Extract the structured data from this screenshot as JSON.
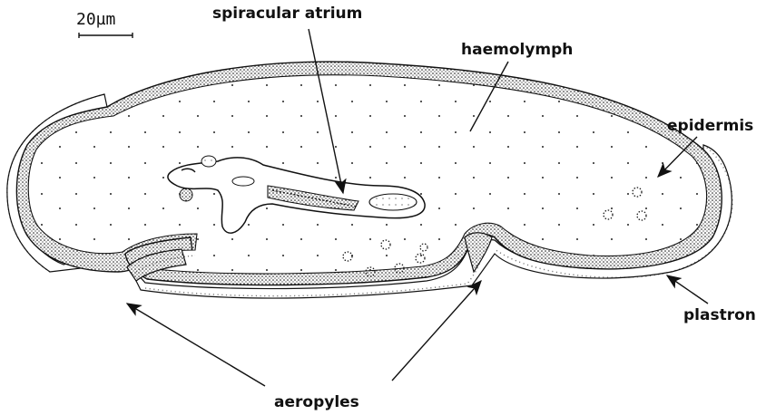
{
  "scale_bar": {
    "label": "20µm"
  },
  "labels": {
    "spiracular_atrium": "spiracular atrium",
    "haemolymph": "haemolymph",
    "epidermis": "epidermis",
    "plastron": "plastron",
    "aeropyles": "aeropyles"
  },
  "colors": {
    "ink": "#111111",
    "paper": "#ffffff"
  }
}
